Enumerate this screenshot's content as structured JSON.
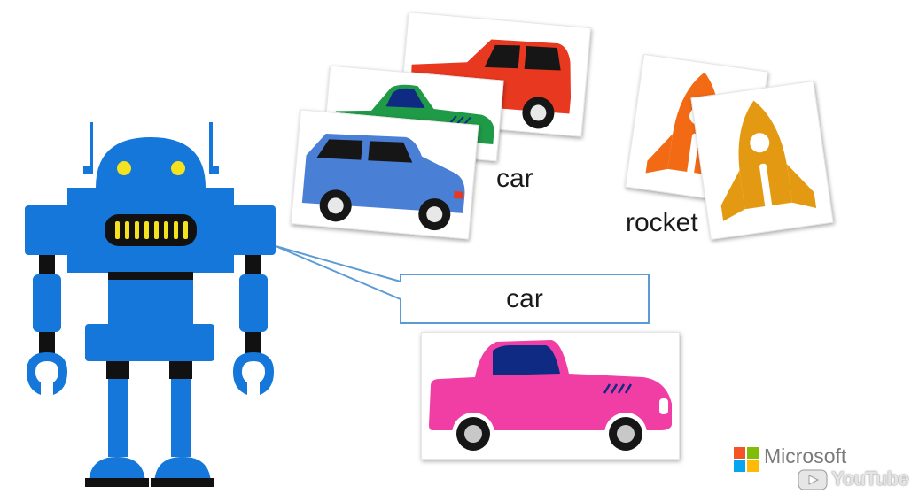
{
  "labels": {
    "car_group": "car",
    "rocket_group": "rocket"
  },
  "callout": {
    "text": "car"
  },
  "branding": {
    "microsoft": "Microsoft",
    "youtube": "YouTube"
  },
  "colors": {
    "robot_blue": "#1477d9",
    "robot_dark": "#111111",
    "robot_eye": "#f5e21f",
    "callout_border": "#5b9bd5",
    "car_red": "#e8381f",
    "car_green": "#1f9a46",
    "car_blue": "#4a7fd6",
    "car_pink": "#f03ea4",
    "rocket_orange": "#f26a14",
    "rocket_gold": "#e39a12"
  }
}
